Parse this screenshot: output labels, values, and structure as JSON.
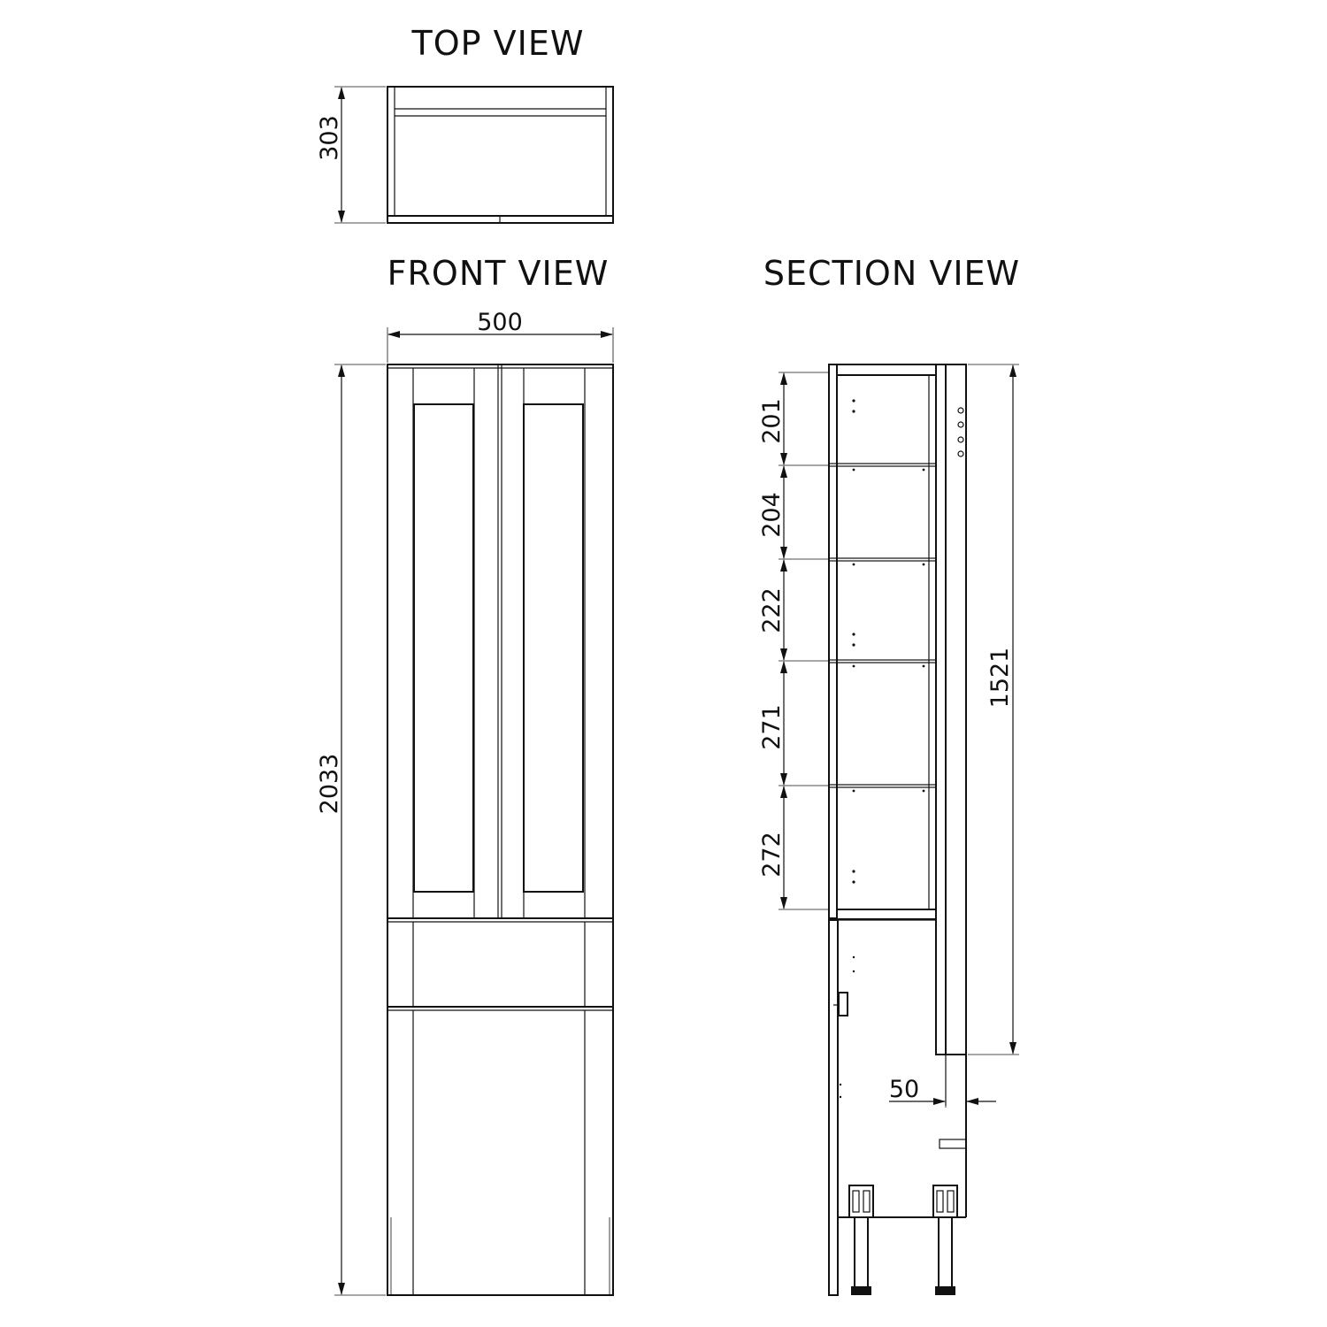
{
  "views": {
    "top": {
      "title": "TOP VIEW"
    },
    "front": {
      "title": "FRONT VIEW"
    },
    "section": {
      "title": "SECTION VIEW"
    }
  },
  "dimensions": {
    "depth": "303",
    "width": "500",
    "height": "2033",
    "upper_height": "1521",
    "offset": "50",
    "shelves": [
      "201",
      "204",
      "222",
      "271",
      "272"
    ]
  }
}
